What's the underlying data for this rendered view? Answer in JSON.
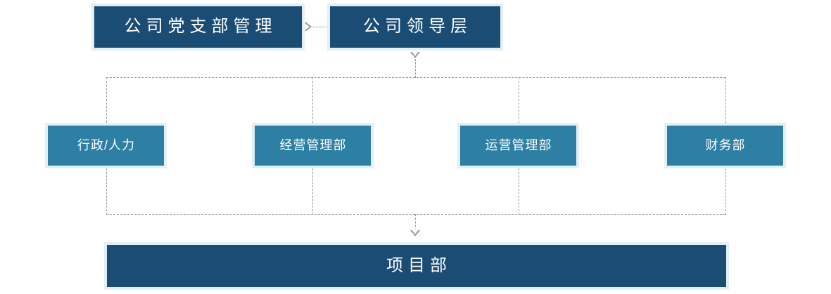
{
  "chart": {
    "type": "org-chart-diagram",
    "title_text": "",
    "background_color": "#ffffff",
    "colors": {
      "level_primary": "#1b4c74",
      "level_secondary": "#2d7fa4",
      "box_halo": "#e2f0f5",
      "connector": "#9a9a9a",
      "text": "#ffffff"
    },
    "levels": [
      {
        "level": 1,
        "nodes": [
          {
            "id": "party-branch",
            "label": "公司党支部管理",
            "color": "#1b4c74"
          },
          {
            "id": "leadership",
            "label": "公司领导层",
            "color": "#1b4c74"
          }
        ]
      },
      {
        "level": 2,
        "nodes": [
          {
            "id": "admin-hr",
            "label": "行政/人力",
            "color": "#2d7fa4"
          },
          {
            "id": "business-mgmt",
            "label": "经营管理部",
            "color": "#2d7fa4"
          },
          {
            "id": "operations-mgmt",
            "label": "运营管理部",
            "color": "#2d7fa4"
          },
          {
            "id": "finance",
            "label": "财务部",
            "color": "#2d7fa4"
          }
        ]
      },
      {
        "level": 3,
        "nodes": [
          {
            "id": "project-dept",
            "label": "项目部",
            "color": "#1b4c74"
          }
        ]
      }
    ],
    "connectors": [
      {
        "from": "leadership",
        "to": "party-branch",
        "style": "dashed",
        "arrow": "right"
      },
      {
        "from": "leadership",
        "to": "level-2-bus",
        "style": "dashed",
        "arrow": "down"
      },
      {
        "from": "level-2-bus",
        "to": "admin-hr",
        "style": "dashed",
        "arrow": "none"
      },
      {
        "from": "level-2-bus",
        "to": "business-mgmt",
        "style": "dashed",
        "arrow": "none"
      },
      {
        "from": "level-2-bus",
        "to": "operations-mgmt",
        "style": "dashed",
        "arrow": "none"
      },
      {
        "from": "level-2-bus",
        "to": "finance",
        "style": "dashed",
        "arrow": "none"
      },
      {
        "from": "level-2-bottom-bus",
        "to": "project-dept",
        "style": "dashed",
        "arrow": "down"
      }
    ]
  }
}
